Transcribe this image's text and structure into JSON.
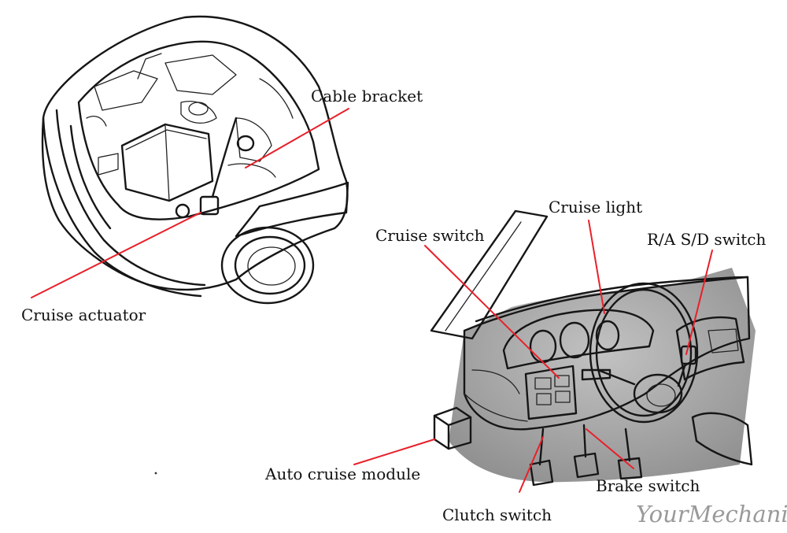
{
  "labels": {
    "cable_bracket": "Cable bracket",
    "cruise_actuator": "Cruise actuator",
    "cruise_switch": "Cruise switch",
    "cruise_light": "Cruise light",
    "ras_d_switch": "R/A S/D switch",
    "auto_cruise_module": "Auto cruise module",
    "brake_switch": "Brake switch",
    "clutch_switch": "Clutch switch"
  },
  "logo": {
    "text": "YourMechanic"
  },
  "colors": {
    "leader_line": "#e8202a",
    "shade_dark": "#4a4a4a",
    "shade_mid": "#7a7a7a",
    "shade_light": "#b5b5b5",
    "ink": "#161616",
    "logo": "#9a9a9a"
  },
  "icons": [
    "engine-bay-illustration",
    "dashboard-illustration",
    "yourmechanic-logo"
  ]
}
